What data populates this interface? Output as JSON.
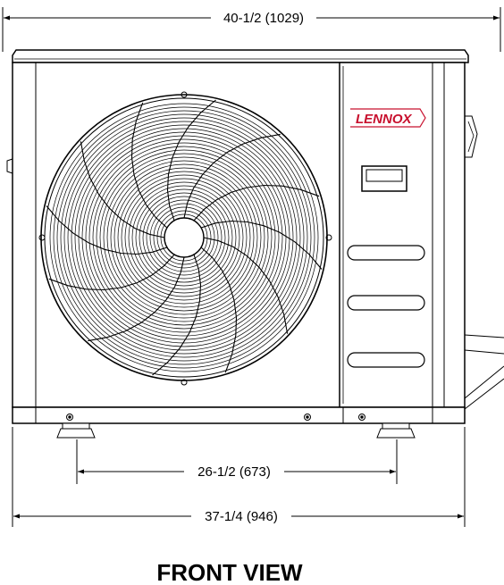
{
  "dimensions": {
    "overall_width": "40-1/2 (1029)",
    "foot_spacing": "26-1/2 (673)",
    "base_width": "37-1/4 (946)"
  },
  "brand": {
    "logo_text": "LENNOX",
    "logo_color": "#c8102e"
  },
  "view_title": "FRONT VIEW"
}
